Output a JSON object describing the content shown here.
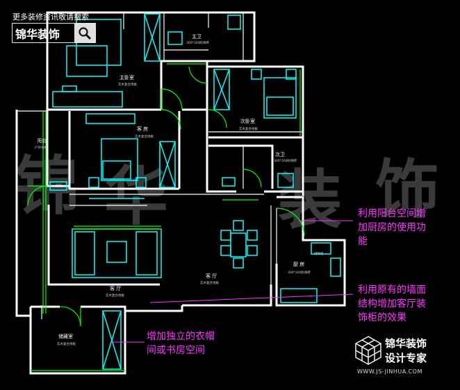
{
  "header": {
    "caption": "更多装修资讯敬请搜索",
    "logo_text": "锦华装饰",
    "search_icon": "magnifier-icon"
  },
  "watermark": [
    "锦",
    "华",
    "装",
    "饰"
  ],
  "rooms": {
    "master_bedroom": "主卧室",
    "master_bath": "主卫",
    "master_bath_sub": "300*300防滑砖",
    "second_bedroom": "次卧室",
    "second_bath": "次卫",
    "second_bath_sub": "300*300防滑砖",
    "balcony": "阳台",
    "balcony_sub": "户外地板",
    "guest_room": "客 房",
    "living_room_left": "客 厅",
    "living_room_right": "客 厅",
    "kitchen": "厨 房",
    "kitchen_sub": "300*300防滑砖",
    "storage": "储藏室",
    "storage_bottom_right": "储物柜",
    "floor_sub": "实木复合地板"
  },
  "annotations": {
    "balcony": [
      "利用阳台空间增",
      "加厨房的使用功",
      "能"
    ],
    "wall": [
      "利用原有的墙面",
      "结构增加客厅装",
      "饰柜的效果"
    ],
    "storage": [
      "增加独立的衣帽",
      "间或书房空间"
    ]
  },
  "brand": {
    "line1": "锦华装饰",
    "line2": "设计专家",
    "url": "WWW.JS-JINHUA.COM",
    "icon": "cube-logo-icon"
  },
  "colors": {
    "background": "#000000",
    "wall": "#ffffff",
    "furniture": "#00ffff",
    "door": "#00ff00",
    "annotation": "#ff36ff"
  }
}
